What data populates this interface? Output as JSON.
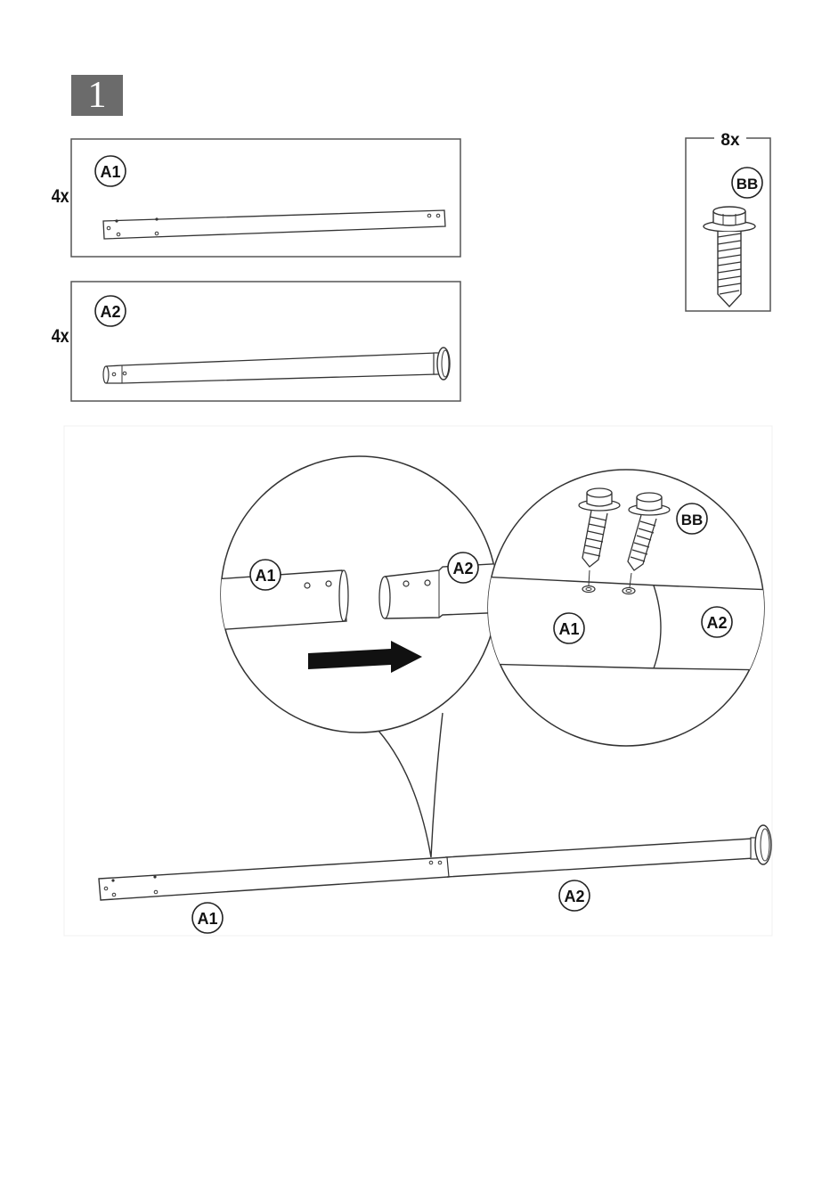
{
  "step": {
    "number": "1"
  },
  "parts": {
    "a1": {
      "quantity": "4x",
      "label": "A1"
    },
    "a2": {
      "quantity": "4x",
      "label": "A2"
    },
    "bb": {
      "quantity": "8x",
      "label": "BB"
    }
  },
  "detail_left": {
    "label_a1": "A1",
    "label_a2": "A2"
  },
  "detail_right": {
    "label_bb": "BB",
    "label_a1": "A1",
    "label_a2": "A2"
  },
  "assembly": {
    "label_a1": "A1",
    "label_a2": "A2"
  }
}
